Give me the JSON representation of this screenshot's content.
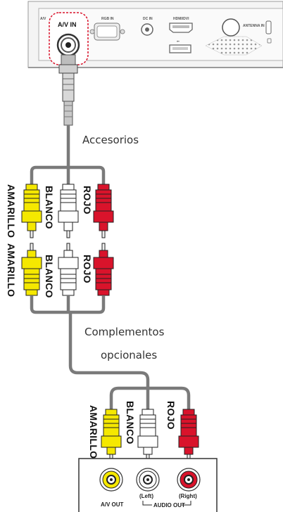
{
  "projector": {
    "port_labels": {
      "av_in": "A/V IN",
      "rgb_in": "RGB IN",
      "dc_in": "DC IN",
      "hdmi_dvi": "HDMI/DVI",
      "antenna_in": "ANTENNA IN",
      "usb_symbol": "⭠"
    }
  },
  "cable_labels": {
    "accessories": "Accesorios",
    "optional_line1": "Complementos",
    "optional_line2": "opcionales"
  },
  "plug_labels": {
    "yellow": "AMARILLO",
    "white": "BLANCO",
    "red": "ROJO"
  },
  "device": {
    "av_out": "A/V OUT",
    "left": "(Left)",
    "right": "(Right)",
    "audio_out": "AUDIO OUT"
  },
  "colors": {
    "yellow": "#f5e800",
    "white": "#ffffff",
    "red": "#d9132b",
    "cable": "#7a7a7a",
    "highlight": "#d9132b"
  }
}
